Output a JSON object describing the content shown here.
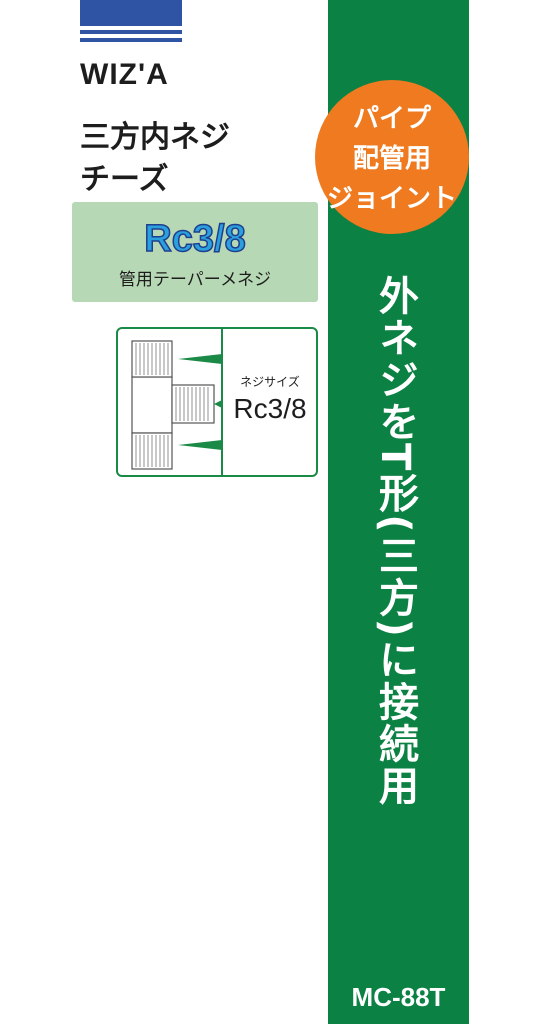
{
  "brand": "WIZ'A",
  "title_lines": [
    "三方内ネジ",
    "チーズ"
  ],
  "thread": {
    "size": "Rc3/8",
    "type": "管用テーパーメネジ"
  },
  "diagram": {
    "caption": "ネジサイズ",
    "size": "Rc3/8"
  },
  "badge_lines": [
    "パイプ",
    "配管用",
    "ジョイント"
  ],
  "vertical_text": "外ネジをT形(三方)に接続用",
  "model": "MC-88T",
  "colors": {
    "green": "#0c8144",
    "orange": "#ef7a1f",
    "blue": "#2f54a3",
    "light_green": "#b7d8b5"
  }
}
